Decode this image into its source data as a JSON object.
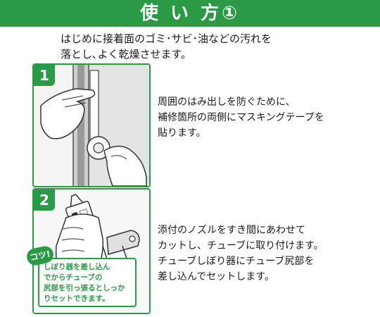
{
  "header": {
    "title": "使 い 方①"
  },
  "intro": {
    "lines": [
      "はじめに接着面のゴミ･サビ･油などの汚れを",
      "落とし､よく乾燥させます。"
    ]
  },
  "steps": [
    {
      "number": "1",
      "lines": [
        "周囲のはみ出しを防ぐために、",
        "補修箇所の両側にマスキングテープを",
        "貼ります。"
      ]
    },
    {
      "number": "2",
      "lines": [
        "添付のノズルをすき間にあわせて",
        "カットし、チューブに取り付けます。",
        "チューブしぼり器にチューブ尻部を",
        "差し込んでセットします。"
      ]
    }
  ],
  "tip": {
    "badge": "コツ!",
    "lines": [
      "しぼり器を差し込ん",
      "でからチューブの",
      "尻部を引っ張るとしっか",
      "りセットできます。"
    ]
  },
  "colors": {
    "accent": "#2a9a46",
    "text": "#1a1a1a",
    "background": "#ffffff"
  }
}
